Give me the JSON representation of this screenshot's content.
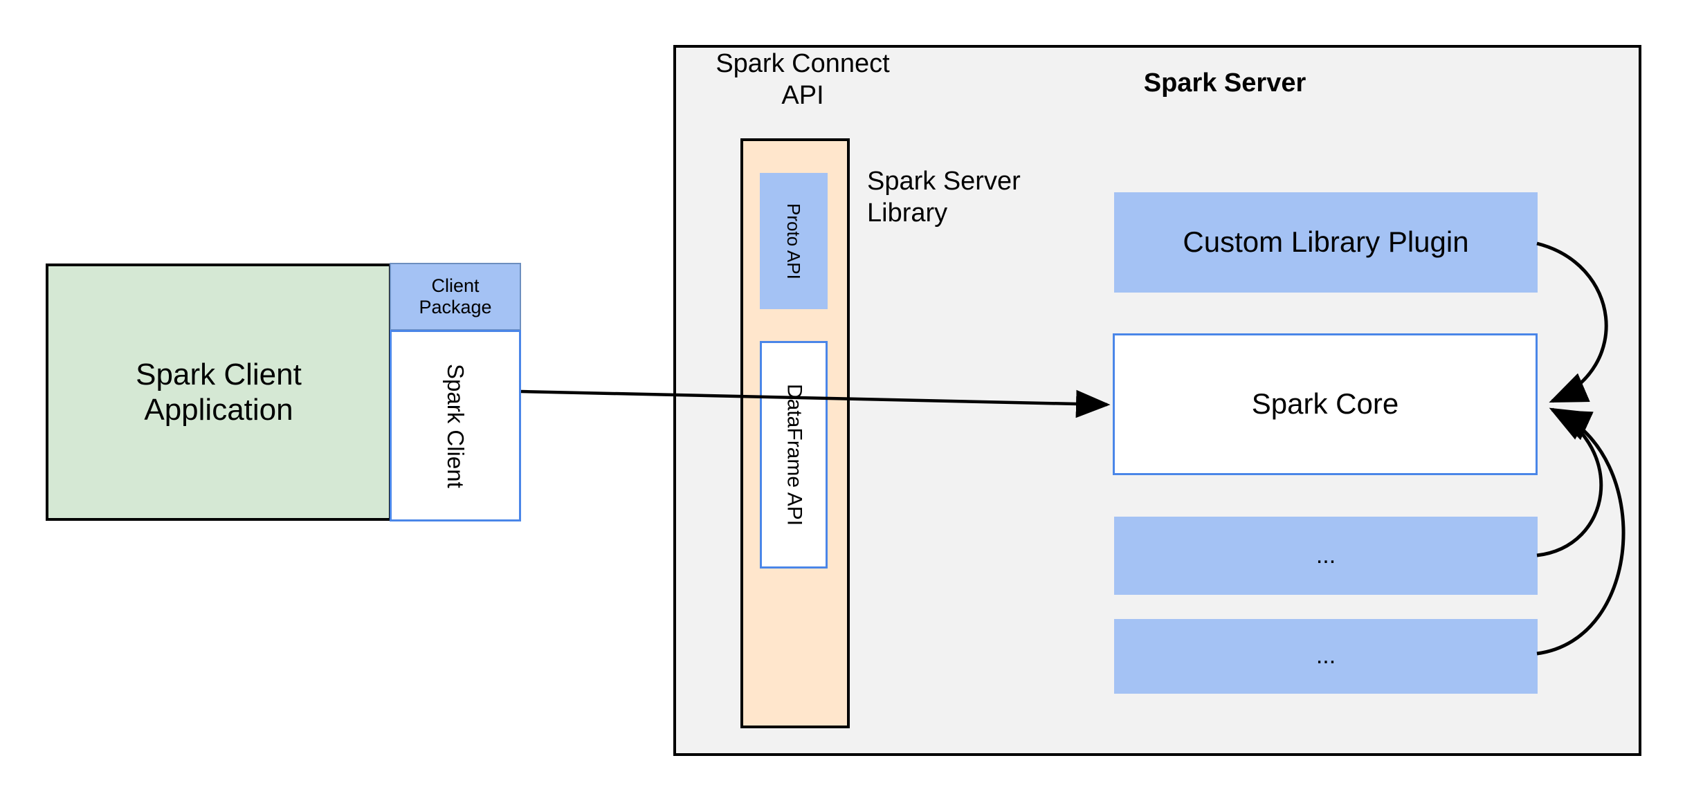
{
  "diagram": {
    "title": "Spark Connect architecture",
    "colors": {
      "client_app_fill": "#d5e8d4",
      "blue_fill": "#a4c2f4",
      "blue_stroke": "#4a86e8",
      "panel_fill": "#f2f2f2",
      "api_column_fill": "#ffe6cc",
      "white_fill": "#ffffff",
      "stroke_black": "#000000"
    }
  },
  "client": {
    "app_label": "Spark Client\nApplication",
    "package_label": "Client\nPackage",
    "spark_client_label": "Spark Client"
  },
  "server": {
    "panel_title": "Spark Server",
    "connect_api_label": "Spark Connect\nAPI",
    "server_library_label": "Spark Server\nLibrary",
    "proto_api_label": "Proto API",
    "dataframe_api_label": "DataFrame API",
    "boxes": [
      {
        "name": "custom-library-plugin",
        "label": "Custom Library Plugin"
      },
      {
        "name": "spark-core",
        "label": "Spark Core"
      },
      {
        "name": "ellipsis-1",
        "label": "..."
      },
      {
        "name": "ellipsis-2",
        "label": "..."
      }
    ]
  },
  "connections": [
    {
      "from": "spark-client",
      "to": "spark-core",
      "style": "straight-arrow"
    },
    {
      "from": "custom-library-plugin",
      "to": "spark-core",
      "style": "curved-arrow"
    },
    {
      "from": "ellipsis-1",
      "to": "spark-core",
      "style": "curved-arrow"
    },
    {
      "from": "ellipsis-2",
      "to": "spark-core",
      "style": "curved-arrow"
    }
  ]
}
